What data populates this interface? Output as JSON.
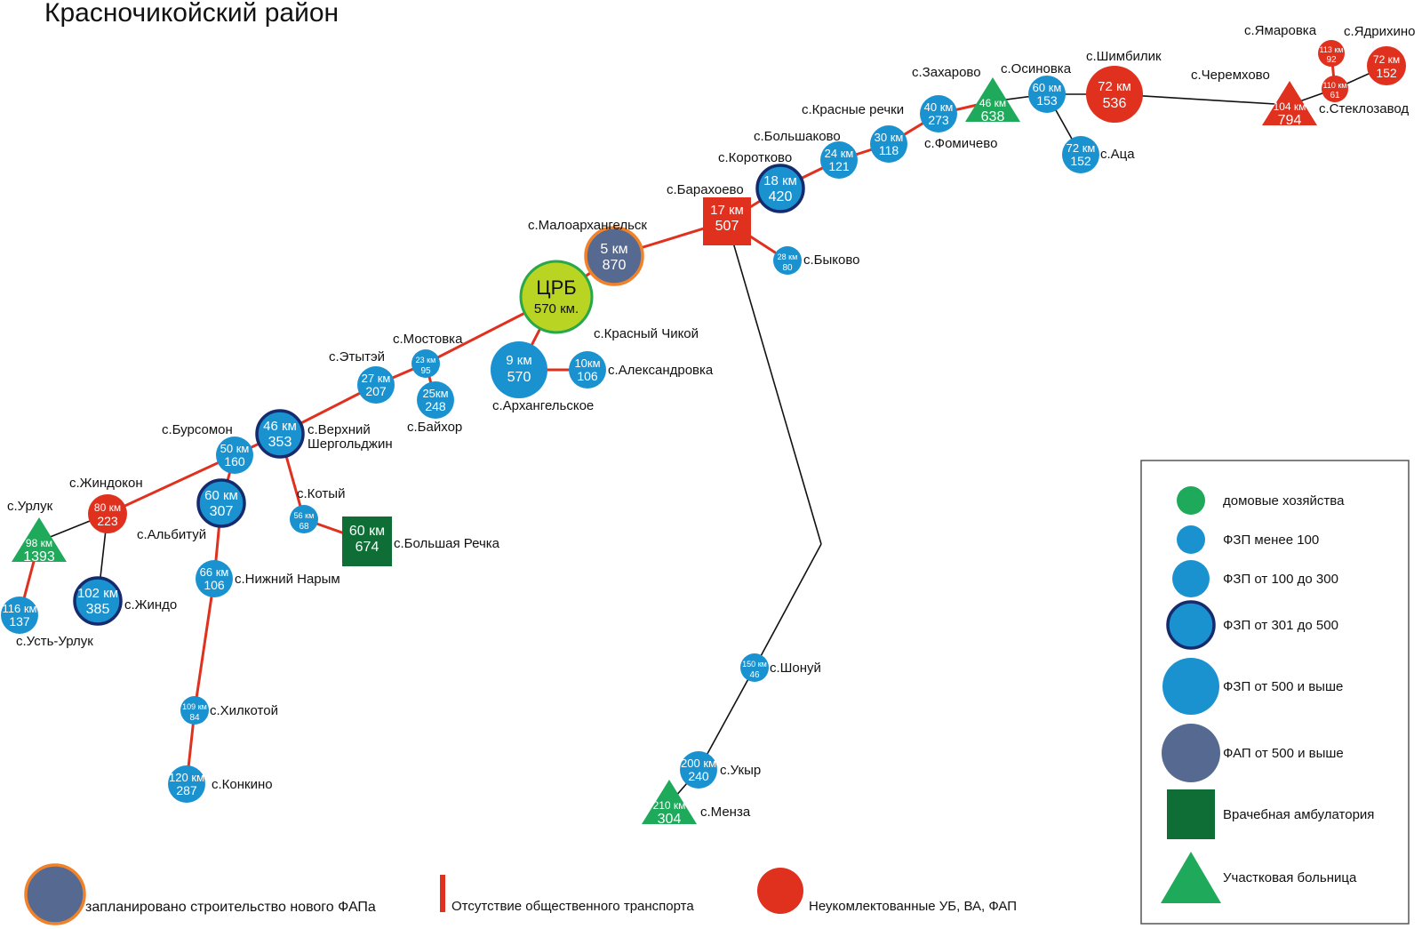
{
  "title": "Красночикойский район",
  "colors": {
    "blue": "#1a92d0",
    "dark_ring": "#162a6e",
    "slate": "#566a91",
    "orange_ring": "#f0822a",
    "green": "#1eaa5a",
    "dark_green": "#0f6e36",
    "red": "#e0301e",
    "crb_fill": "#b9d422",
    "crb_ring": "#27a84a",
    "road_red": "#e0301e",
    "road_black": "#111111"
  },
  "nodes": [
    {
      "id": "crb",
      "l1": "ЦРБ",
      "l2": "570 км.",
      "label": "",
      "shape": "crb"
    },
    {
      "id": "krchikoy",
      "l1": "5 км",
      "l2": "870",
      "label": "с.Красный Чикой",
      "shape": "fap_planned"
    },
    {
      "id": "malo",
      "l1": "",
      "l2": "",
      "label": "с.Малоархангельск",
      "shape": "none"
    },
    {
      "id": "barakhoevo",
      "l1": "17 км",
      "l2": "507",
      "label": "с.Барахоево",
      "shape": "square_red"
    },
    {
      "id": "bykovo",
      "l1": "28 км",
      "l2": "80",
      "label": "с.Быково",
      "shape": "circle_s"
    },
    {
      "id": "korotkovo",
      "l1": "18 км",
      "l2": "420",
      "label": "с.Коротково",
      "shape": "circle_ring"
    },
    {
      "id": "bolshakovo",
      "l1": "24 км",
      "l2": "121",
      "label": "с.Большаково",
      "shape": "circle_m"
    },
    {
      "id": "fomichevo",
      "l1": "30 км",
      "l2": "118",
      "label": "с.Фомичево",
      "shape": "circle_m"
    },
    {
      "id": "krrechki",
      "l1": "40 км",
      "l2": "273",
      "label": "с.Красные речки",
      "shape": "circle_m"
    },
    {
      "id": "zakharovo",
      "l1": "46 км",
      "l2": "638",
      "label": "с.Захарово",
      "shape": "tri_green"
    },
    {
      "id": "osinovka",
      "l1": "60 км",
      "l2": "153",
      "label": "с.Осиновка",
      "shape": "circle_m"
    },
    {
      "id": "atsa",
      "l1": "72 км",
      "l2": "152",
      "label": "с.Аца",
      "shape": "circle_m"
    },
    {
      "id": "shimbilik",
      "l1": "72 км",
      "l2": "536",
      "label": "с.Шимбилик",
      "shape": "circle_red_l"
    },
    {
      "id": "cheremkhovo",
      "l1": "",
      "l2": "",
      "label": "с.Черемхово",
      "shape": "none"
    },
    {
      "id": "steklozavod",
      "l1": "104 км",
      "l2": "794",
      "label": "с.Стеклозавод",
      "shape": "tri_red"
    },
    {
      "id": "yamarovka",
      "l1": "113 км",
      "l2": "92",
      "label": "с.Ямаровка",
      "shape": "circle_red_s"
    },
    {
      "id": "n110",
      "l1": "110 км",
      "l2": "61",
      "label": "",
      "shape": "circle_red_s"
    },
    {
      "id": "yadrikhino",
      "l1": "72 км",
      "l2": "152",
      "label": "с.Ядрихино",
      "shape": "circle_red_m"
    },
    {
      "id": "arkhangelskoe",
      "l1": "9 км",
      "l2": "570",
      "label": "с.Архангельское",
      "shape": "circle_l"
    },
    {
      "id": "aleksandrovka",
      "l1": "10км",
      "l2": "106",
      "label": "с.Александровка",
      "shape": "circle_m"
    },
    {
      "id": "mostovka",
      "l1": "23 км",
      "l2": "95",
      "label": "с.Мостовка",
      "shape": "circle_s"
    },
    {
      "id": "baikhor",
      "l1": "25км",
      "l2": "248",
      "label": "с.Байхор",
      "shape": "circle_m"
    },
    {
      "id": "etytey",
      "l1": "27 км",
      "l2": "207",
      "label": "с.Этытэй",
      "shape": "circle_m"
    },
    {
      "id": "vshergoldzhin",
      "l1": "46 км",
      "l2": "353",
      "label": "с.Верхний",
      "label2": "Шергольджин",
      "shape": "circle_ring"
    },
    {
      "id": "bursomon",
      "l1": "50 км",
      "l2": "160",
      "label": "с.Бурсомон",
      "shape": "circle_m"
    },
    {
      "id": "albituy",
      "l1": "60 км",
      "l2": "307",
      "label": "с.Альбитуй",
      "shape": "circle_ring"
    },
    {
      "id": "zhindokon",
      "l1": "80 км",
      "l2": "223",
      "label": "с.Жиндокон",
      "shape": "circle_red_m"
    },
    {
      "id": "urluk",
      "l1": "98 км",
      "l2": "1393",
      "label": "с.Урлук",
      "shape": "tri_green"
    },
    {
      "id": "usturluk",
      "l1": "116 км",
      "l2": "137",
      "label": "с.Усть-Урлук",
      "shape": "circle_m"
    },
    {
      "id": "zhindo",
      "l1": "102 км",
      "l2": "385",
      "label": "с.Жиндо",
      "shape": "circle_ring"
    },
    {
      "id": "kotyy",
      "l1": "56 км",
      "l2": "68",
      "label": "с.Котый",
      "shape": "circle_s"
    },
    {
      "id": "bolrechka",
      "l1": "60 км",
      "l2": "674",
      "label": "с.Большая Речка",
      "shape": "square_green"
    },
    {
      "id": "nnarym",
      "l1": "66 км",
      "l2": "106",
      "label": "с.Нижний Нарым",
      "shape": "circle_m"
    },
    {
      "id": "khilkotoy",
      "l1": "109 км",
      "l2": "84",
      "label": "с.Хилкотой",
      "shape": "circle_s"
    },
    {
      "id": "konkino",
      "l1": "120 км",
      "l2": "287",
      "label": "с.Конкино",
      "shape": "circle_m"
    },
    {
      "id": "shonuy",
      "l1": "150 км",
      "l2": "46",
      "label": "с.Шонуй",
      "shape": "circle_s"
    },
    {
      "id": "ukyr",
      "l1": "200 км",
      "l2": "240",
      "label": "с.Укыр",
      "shape": "circle_m"
    },
    {
      "id": "menza",
      "l1": "210 км",
      "l2": "304",
      "label": "с.Менза",
      "shape": "tri_green"
    }
  ],
  "roads": [
    {
      "from": "crb",
      "to": "krchikoy",
      "type": "red"
    },
    {
      "from": "krchikoy",
      "to": "barakhoevo",
      "type": "red"
    },
    {
      "from": "barakhoevo",
      "to": "korotkovo",
      "type": "red"
    },
    {
      "from": "barakhoevo",
      "to": "bykovo",
      "type": "red"
    },
    {
      "from": "korotkovo",
      "to": "bolshakovo",
      "type": "red"
    },
    {
      "from": "bolshakovo",
      "to": "fomichevo",
      "type": "red"
    },
    {
      "from": "fomichevo",
      "to": "krrechki",
      "type": "red"
    },
    {
      "from": "krrechki",
      "to": "zakharovo",
      "type": "red"
    },
    {
      "from": "zakharovo",
      "to": "osinovka",
      "type": "black"
    },
    {
      "from": "osinovka",
      "to": "atsa",
      "type": "black"
    },
    {
      "from": "osinovka",
      "to": "shimbilik",
      "type": "black"
    },
    {
      "from": "shimbilik",
      "to": "steklozavod",
      "type": "black"
    },
    {
      "from": "steklozavod",
      "to": "n110",
      "type": "black"
    },
    {
      "from": "n110",
      "to": "yamarovka",
      "type": "red"
    },
    {
      "from": "n110",
      "to": "yadrikhino",
      "type": "black"
    },
    {
      "from": "crb",
      "to": "arkhangelskoe",
      "type": "red"
    },
    {
      "from": "arkhangelskoe",
      "to": "aleksandrovka",
      "type": "red"
    },
    {
      "from": "crb",
      "to": "mostovka",
      "type": "red"
    },
    {
      "from": "mostovka",
      "to": "baikhor",
      "type": "red"
    },
    {
      "from": "mostovka",
      "to": "etytey",
      "type": "red"
    },
    {
      "from": "etytey",
      "to": "vshergoldzhin",
      "type": "red"
    },
    {
      "from": "vshergoldzhin",
      "to": "bursomon",
      "type": "red"
    },
    {
      "from": "bursomon",
      "to": "zhindokon",
      "type": "red"
    },
    {
      "from": "bursomon",
      "to": "albituy",
      "type": "red"
    },
    {
      "from": "zhindokon",
      "to": "urluk",
      "type": "black"
    },
    {
      "from": "zhindokon",
      "to": "zhindo",
      "type": "black"
    },
    {
      "from": "urluk",
      "to": "usturluk",
      "type": "red"
    },
    {
      "from": "vshergoldzhin",
      "to": "kotyy",
      "type": "red"
    },
    {
      "from": "kotyy",
      "to": "bolrechka",
      "type": "red"
    },
    {
      "from": "albituy",
      "to": "nnarym",
      "type": "red"
    },
    {
      "from": "nnarym",
      "to": "khilkotoy",
      "type": "red"
    },
    {
      "from": "khilkotoy",
      "to": "konkino",
      "type": "red"
    },
    {
      "from": "barakhoevo",
      "to": "bend",
      "type": "black"
    },
    {
      "from": "bend",
      "to": "shonuy",
      "type": "black"
    },
    {
      "from": "shonuy",
      "to": "ukyr",
      "type": "black"
    },
    {
      "from": "ukyr",
      "to": "menza",
      "type": "black"
    }
  ],
  "legend": [
    {
      "label": "домовые хозяйства",
      "shape": "dom"
    },
    {
      "label": "ФЗП менее 100",
      "shape": "fzp_s"
    },
    {
      "label": "ФЗП от 100 до 300",
      "shape": "fzp_m"
    },
    {
      "label": "ФЗП от 301 до 500",
      "shape": "fzp_ring"
    },
    {
      "label": "ФЗП от  500 и выше",
      "shape": "fzp_l"
    },
    {
      "label": "ФАП от  500 и выше",
      "shape": "fap_l"
    },
    {
      "label": "Врачебная амбулатория",
      "shape": "va"
    },
    {
      "label": "Участковая больница",
      "shape": "ub"
    }
  ],
  "bottom_legend": [
    {
      "label": "запланировано строительство нового ФАПа",
      "shape": "fap_planned"
    },
    {
      "label": "Отсутствие общественного транспорта",
      "shape": "red_bar"
    },
    {
      "label": "Неукомлектованные УБ, ВА, ФАП",
      "shape": "red_circle"
    }
  ]
}
